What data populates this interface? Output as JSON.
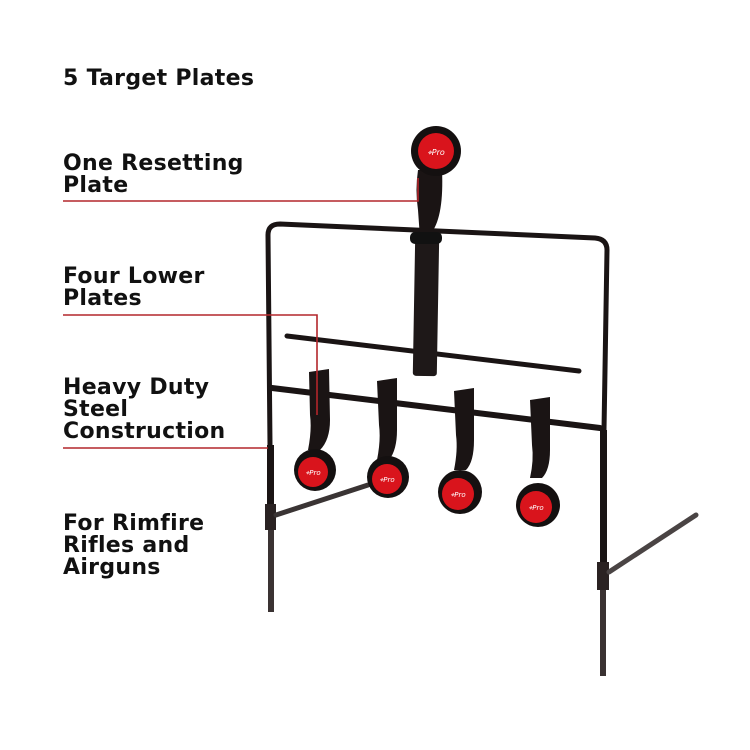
{
  "title": "5 Target Plates",
  "callouts": [
    {
      "id": "resetting",
      "text": "One Resetting\nPlate"
    },
    {
      "id": "lower",
      "text": "Four Lower\nPlates"
    },
    {
      "id": "steel",
      "text": "Heavy Duty\nSteel\nConstruction"
    },
    {
      "id": "rimfire",
      "text": "For Rimfire\nRifles and\nAirguns"
    }
  ],
  "colors": {
    "leader_line": "#b3262b",
    "steel": "#1a1414",
    "plate_face": "#d9141c",
    "text": "#111111",
    "background": "#ffffff"
  },
  "product": {
    "upper_plate_count": 1,
    "lower_plate_count": 4,
    "plate_logo": "target-logo"
  }
}
